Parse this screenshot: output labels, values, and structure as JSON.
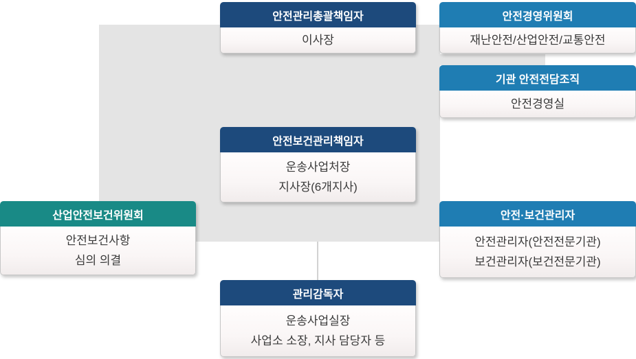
{
  "colors": {
    "navy": "#1d4a7c",
    "blue": "#1f7db3",
    "teal": "#198a86",
    "backdrop": "#e4e4e4",
    "connector": "#d2d2d2"
  },
  "boxes": [
    {
      "title": "안전관리총괄책임자",
      "header_color": "#1d4a7c",
      "lines": [
        "이사장"
      ]
    },
    {
      "title": "안전경영위원회",
      "header_color": "#1f7db3",
      "lines": [
        "재난안전/산업안전/교통안전"
      ]
    },
    {
      "title": "기관 안전전담조직",
      "header_color": "#1f7db3",
      "lines": [
        "안전경영실"
      ]
    },
    {
      "title": "안전보건관리책임자",
      "header_color": "#1d4a7c",
      "lines": [
        "운송사업처장",
        "지사장(6개지사)"
      ]
    },
    {
      "title": "산업안전보건위원회",
      "header_color": "#198a86",
      "lines": [
        "안전보건사항",
        "심의 의결"
      ]
    },
    {
      "title": "안전·보건관리자",
      "header_color": "#1f7db3",
      "lines": [
        "안전관리자(안전전문기관)",
        "보건관리자(보건전문기관)"
      ]
    },
    {
      "title": "관리감독자",
      "header_color": "#1d4a7c",
      "lines": [
        "운송사업실장",
        "사업소 소장, 지사 담당자 등"
      ]
    }
  ]
}
